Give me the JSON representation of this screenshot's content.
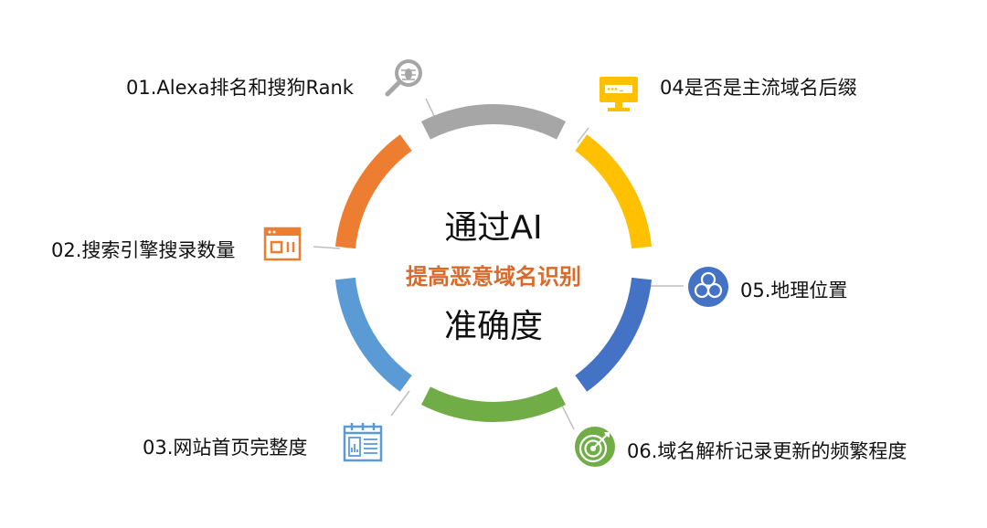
{
  "center": {
    "line1": "通过AI",
    "line2": "提高恶意域名识别",
    "line3": "准确度"
  },
  "colors": {
    "accent_text": "#D96A2A",
    "segment_top": "#A6A6A6",
    "segment_top_right": "#FFC000",
    "segment_bottom_right": "#4472C4",
    "segment_bottom": "#70AD47",
    "segment_bottom_left": "#5B9BD5",
    "segment_top_left": "#ED7D31"
  },
  "items": [
    {
      "label": "01.Alexa排名和搜狗Rank",
      "icon": "magnifier-bug-icon",
      "color": "#A6A6A6"
    },
    {
      "label": "02.搜索引擎搜录数量",
      "icon": "browser-window-icon",
      "color": "#ED7D31"
    },
    {
      "label": "03.网站首页完整度",
      "icon": "calendar-page-icon",
      "color": "#5B9BD5"
    },
    {
      "label": "04是否是主流域名后缀",
      "icon": "monitor-password-icon",
      "color": "#FFC000"
    },
    {
      "label": "05.地理位置",
      "icon": "biohazard-icon",
      "color": "#4472C4"
    },
    {
      "label": "06.域名解析记录更新的频繁程度",
      "icon": "target-icon",
      "color": "#70AD47"
    }
  ]
}
